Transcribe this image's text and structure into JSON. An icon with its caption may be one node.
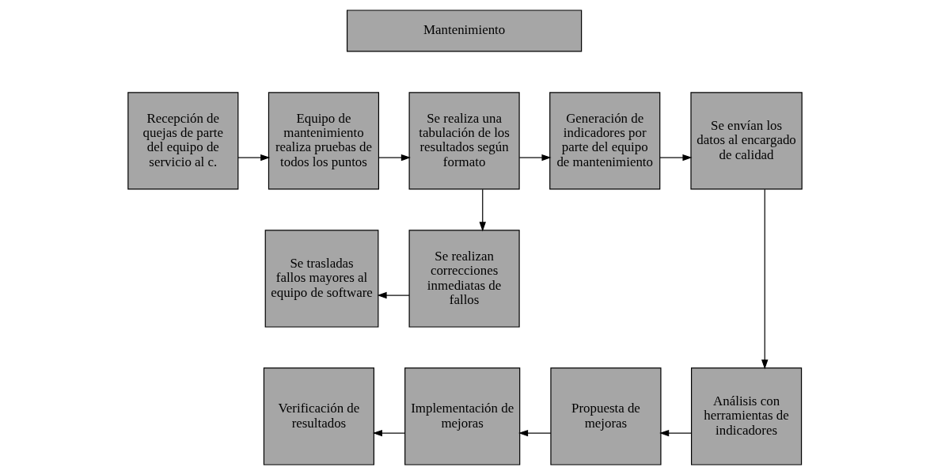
{
  "diagram": {
    "nodes": [
      {
        "text": [
          "Mantenimiento"
        ]
      },
      {
        "text": [
          "Recepción de quejas de parte del equipo de servicio al c."
        ]
      },
      {
        "text": [
          "Equipo de mantenimiento realiza pruebas de todos los puntos"
        ]
      },
      {
        "text": [
          "Se realiza una tabulación de los resultados según formato"
        ]
      },
      {
        "text": [
          "Generación de indicadores por parte del equipo de mantenimiento"
        ]
      },
      {
        "text": [
          "Se envían los datos al encargado de calidad"
        ]
      },
      {
        "text": [
          "Se trasladas fallos mayores al equipo de software"
        ]
      },
      {
        "text": [
          "Se realizan correcciones inmediatas de fallos"
        ]
      },
      {
        "text": [
          "Verificación de resultados"
        ]
      },
      {
        "text": [
          "Implementación de mejoras"
        ]
      },
      {
        "text": [
          "Propuesta de mejoras"
        ]
      },
      {
        "text": [
          "Análisis con herramientas de indicadores"
        ]
      }
    ],
    "edges": [
      {
        "from": 1,
        "to": 2,
        "arrow": "to"
      },
      {
        "from": 2,
        "to": 3,
        "arrow": "to"
      },
      {
        "from": 3,
        "to": 4,
        "arrow": "to"
      },
      {
        "from": 3,
        "to": 7,
        "arrow": "to"
      },
      {
        "from": 4,
        "to": 5,
        "arrow": "to"
      },
      {
        "from": 7,
        "to": 6,
        "arrow": "to"
      },
      {
        "from": 5,
        "to": 11,
        "arrow": "to"
      },
      {
        "from": 11,
        "to": 10,
        "arrow": "to"
      },
      {
        "from": 10,
        "to": 9,
        "arrow": "to"
      },
      {
        "from": 9,
        "to": 8,
        "arrow": "to"
      }
    ]
  }
}
